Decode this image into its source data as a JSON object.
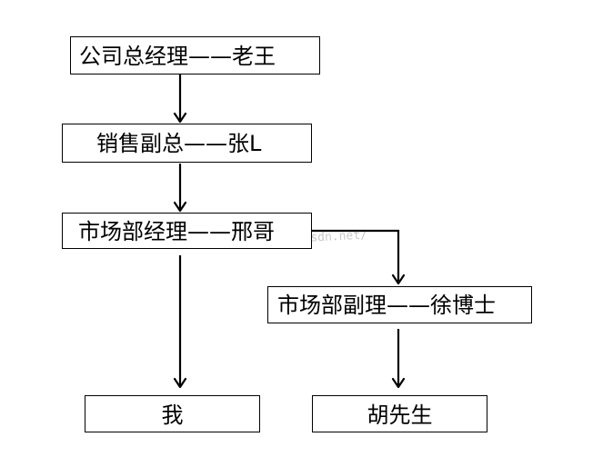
{
  "nodes": {
    "ceo": {
      "label": "公司总经理——老王"
    },
    "sales_vp": {
      "label": "销售副总——张L"
    },
    "marketing_manager": {
      "label": "市场部经理——邢哥"
    },
    "marketing_deputy": {
      "label": "市场部副理——徐博士"
    },
    "me": {
      "label": "我"
    },
    "mr_hu": {
      "label": "胡先生"
    }
  },
  "watermark": {
    "text": "http://blog.csdn.net/"
  },
  "colors": {
    "line": "#000000",
    "box_fill": "#ffffff",
    "watermark": "#c9c9c9"
  }
}
